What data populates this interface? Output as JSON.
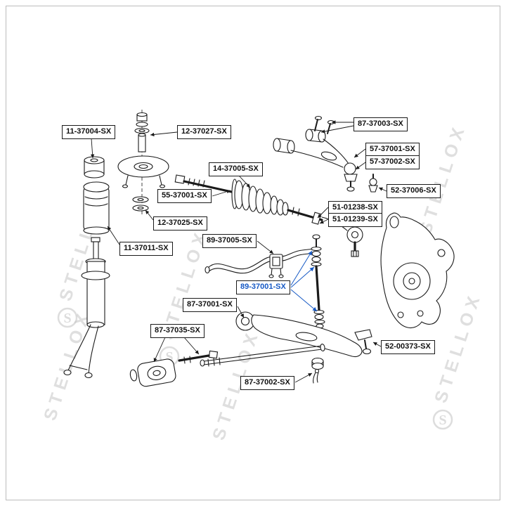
{
  "watermark": {
    "text": "STELLOX",
    "logo_letter": "S"
  },
  "labels": [
    {
      "text": "11-37004-SX",
      "highlighted": false
    },
    {
      "text": "12-37027-SX",
      "highlighted": false
    },
    {
      "text": "87-37003-SX",
      "highlighted": false
    },
    {
      "text": "57-37001-SX",
      "highlighted": false
    },
    {
      "text": "57-37002-SX",
      "highlighted": false
    },
    {
      "text": "14-37005-SX",
      "highlighted": false
    },
    {
      "text": "55-37001-SX",
      "highlighted": false
    },
    {
      "text": "52-37006-SX",
      "highlighted": false
    },
    {
      "text": "51-01238-SX",
      "highlighted": false
    },
    {
      "text": "51-01239-SX",
      "highlighted": false
    },
    {
      "text": "12-37025-SX",
      "highlighted": false
    },
    {
      "text": "89-37005-SX",
      "highlighted": false
    },
    {
      "text": "11-37011-SX",
      "highlighted": false
    },
    {
      "text": "89-37001-SX",
      "highlighted": true
    },
    {
      "text": "87-37001-SX",
      "highlighted": false
    },
    {
      "text": "87-37035-SX",
      "highlighted": false
    },
    {
      "text": "52-00373-SX",
      "highlighted": false
    },
    {
      "text": "87-37002-SX",
      "highlighted": false
    }
  ],
  "colors": {
    "line": "#1a1a1a",
    "label_border": "#1a1a1a",
    "highlight": "#1659c5",
    "watermark": "#c6c6c6",
    "background": "#ffffff",
    "frame": "#bcbcbc"
  }
}
